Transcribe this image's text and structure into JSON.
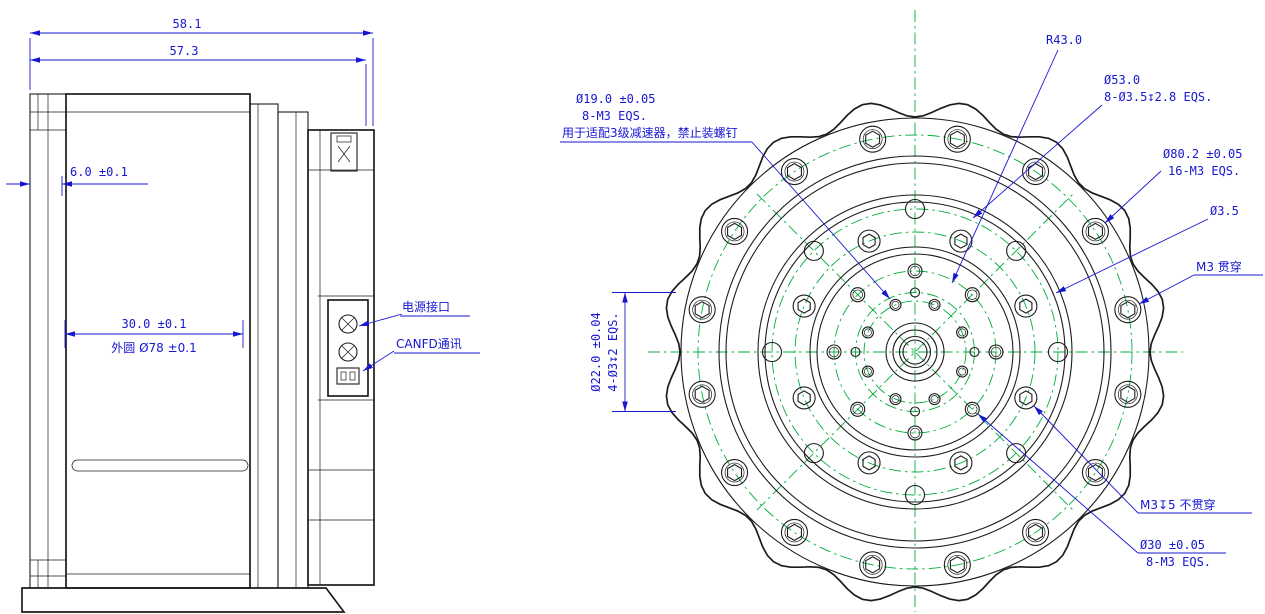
{
  "colors": {
    "dimension_blue": "#1717d2",
    "geometry_black": "#1c1c1c",
    "centerline_green": "#00ad3c"
  },
  "side_view": {
    "dims": {
      "width_total": "58.1",
      "width_body": "57.3",
      "depth_front": "6.0 ±0.1",
      "depth_mid": "30.0 ±0.1",
      "outer_dia": "外圆 Ø78 ±0.1"
    },
    "labels": {
      "power": "电源接口",
      "canfd": "CANFD通讯"
    }
  },
  "front_view": {
    "dims": {
      "radius_outer": "R43.0",
      "bc53_dia": "Ø53.0",
      "bc53_holes": "8-Ø3.5↧2.8 EQS.",
      "bc19_dia": "Ø19.0 ±0.05",
      "bc19_holes": "8-M3 EQS.",
      "bc19_note": "用于适配3级减速器，禁止装螺钉",
      "bc80_dia": "Ø80.2 ±0.05",
      "bc80_holes": "16-M3 EQS.",
      "hole_dia": "Ø3.5",
      "m3_through": "M3 贯穿",
      "bc22_dia": "Ø22.0 ±0.04",
      "bc22_holes": "4-Ø3↧2 EQS.",
      "m3_blind": "M3↧5 不贯穿",
      "bc30_dia": "Ø30 ±0.05",
      "bc30_holes": "8-M3 EQS."
    }
  }
}
